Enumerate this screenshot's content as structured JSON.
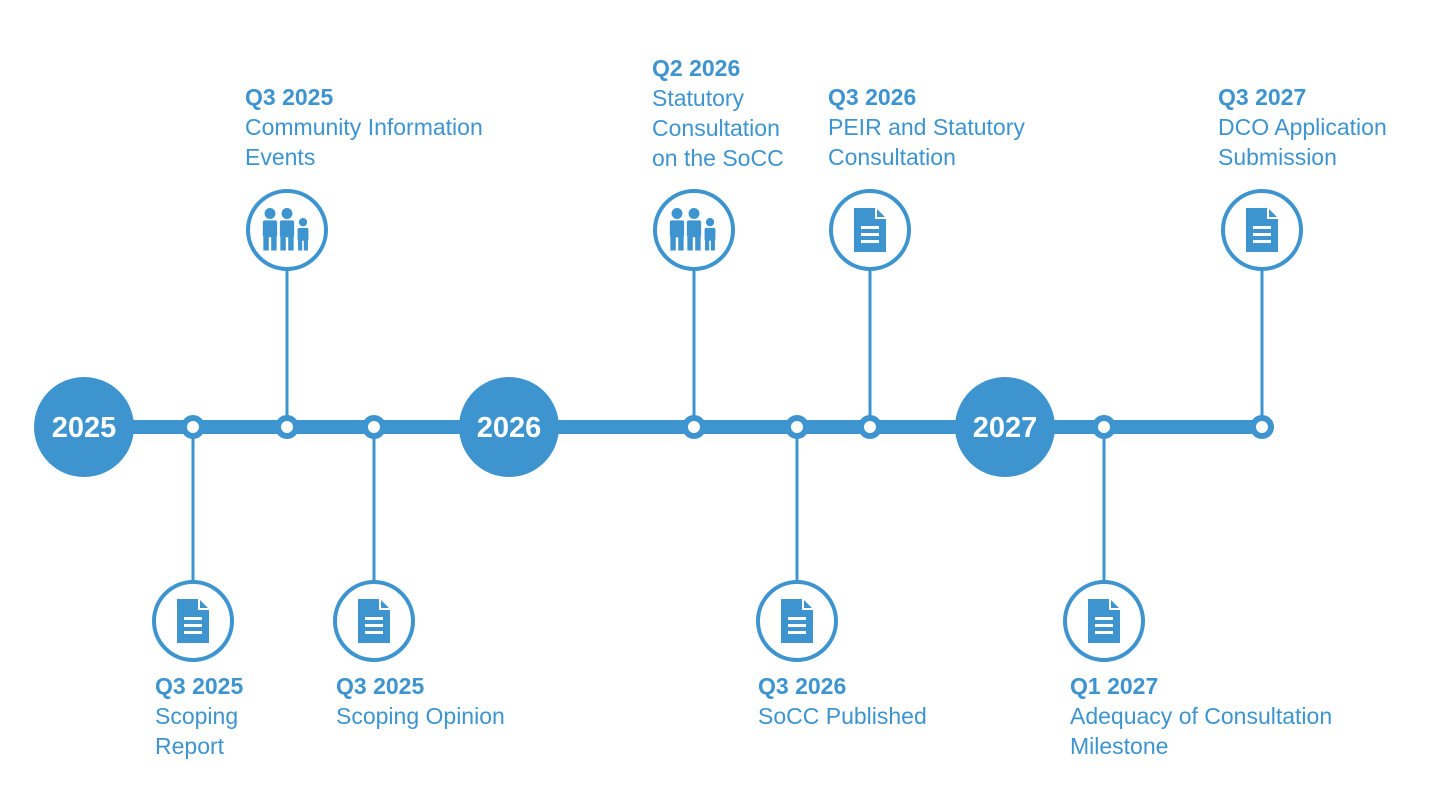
{
  "colors": {
    "primary": "#3d94cf",
    "background": "#ffffff",
    "inner": "#ffffff"
  },
  "years": [
    {
      "label": "2025"
    },
    {
      "label": "2026"
    },
    {
      "label": "2027"
    }
  ],
  "milestones": [
    {
      "date": "Q3 2025",
      "title": "Scoping\nReport",
      "side": "below",
      "icon": "document-icon"
    },
    {
      "date": "Q3 2025",
      "title": "Community Information\nEvents",
      "side": "above",
      "icon": "people-icon"
    },
    {
      "date": "Q3 2025",
      "title": "Scoping Opinion",
      "side": "below",
      "icon": "document-icon"
    },
    {
      "date": "Q2 2026",
      "title": "Statutory\nConsultation\non the SoCC",
      "side": "above",
      "icon": "people-icon"
    },
    {
      "date": "Q3 2026",
      "title": "SoCC Published",
      "side": "below",
      "icon": "document-icon"
    },
    {
      "date": "Q3 2026",
      "title": "PEIR and Statutory\nConsultation",
      "side": "above",
      "icon": "document-icon"
    },
    {
      "date": "Q1 2027",
      "title": "Adequacy of Consultation\nMilestone",
      "side": "below",
      "icon": "document-icon"
    },
    {
      "date": "Q3 2027",
      "title": "DCO Application\nSubmission",
      "side": "above",
      "icon": "document-icon"
    }
  ]
}
